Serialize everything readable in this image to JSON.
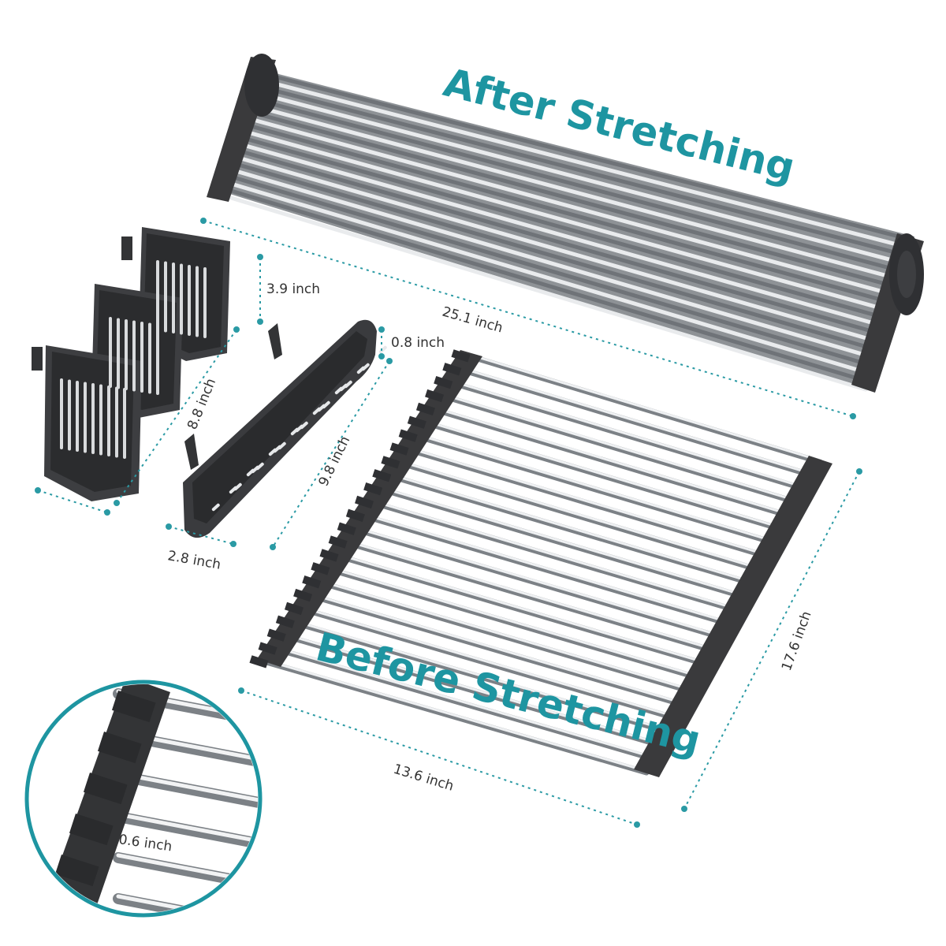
{
  "titles": {
    "after": "After Stretching",
    "before": "Before Stretching"
  },
  "dimensions": {
    "rolled_length": "25.1  inch",
    "mat_width": "13.6  inch",
    "mat_length": "17.6 inch",
    "basket_height": "3.9 inch",
    "basket_width": "8.8 inch",
    "tray_depth": "0.8 inch",
    "tray_length": "9.8 inch",
    "tray_width": "2.8 inch",
    "rod_spacing": "0.6 inch"
  },
  "colors": {
    "accent": "#1e95a1",
    "frame": "#3a3a3c",
    "steel": "#b8bcc0"
  }
}
